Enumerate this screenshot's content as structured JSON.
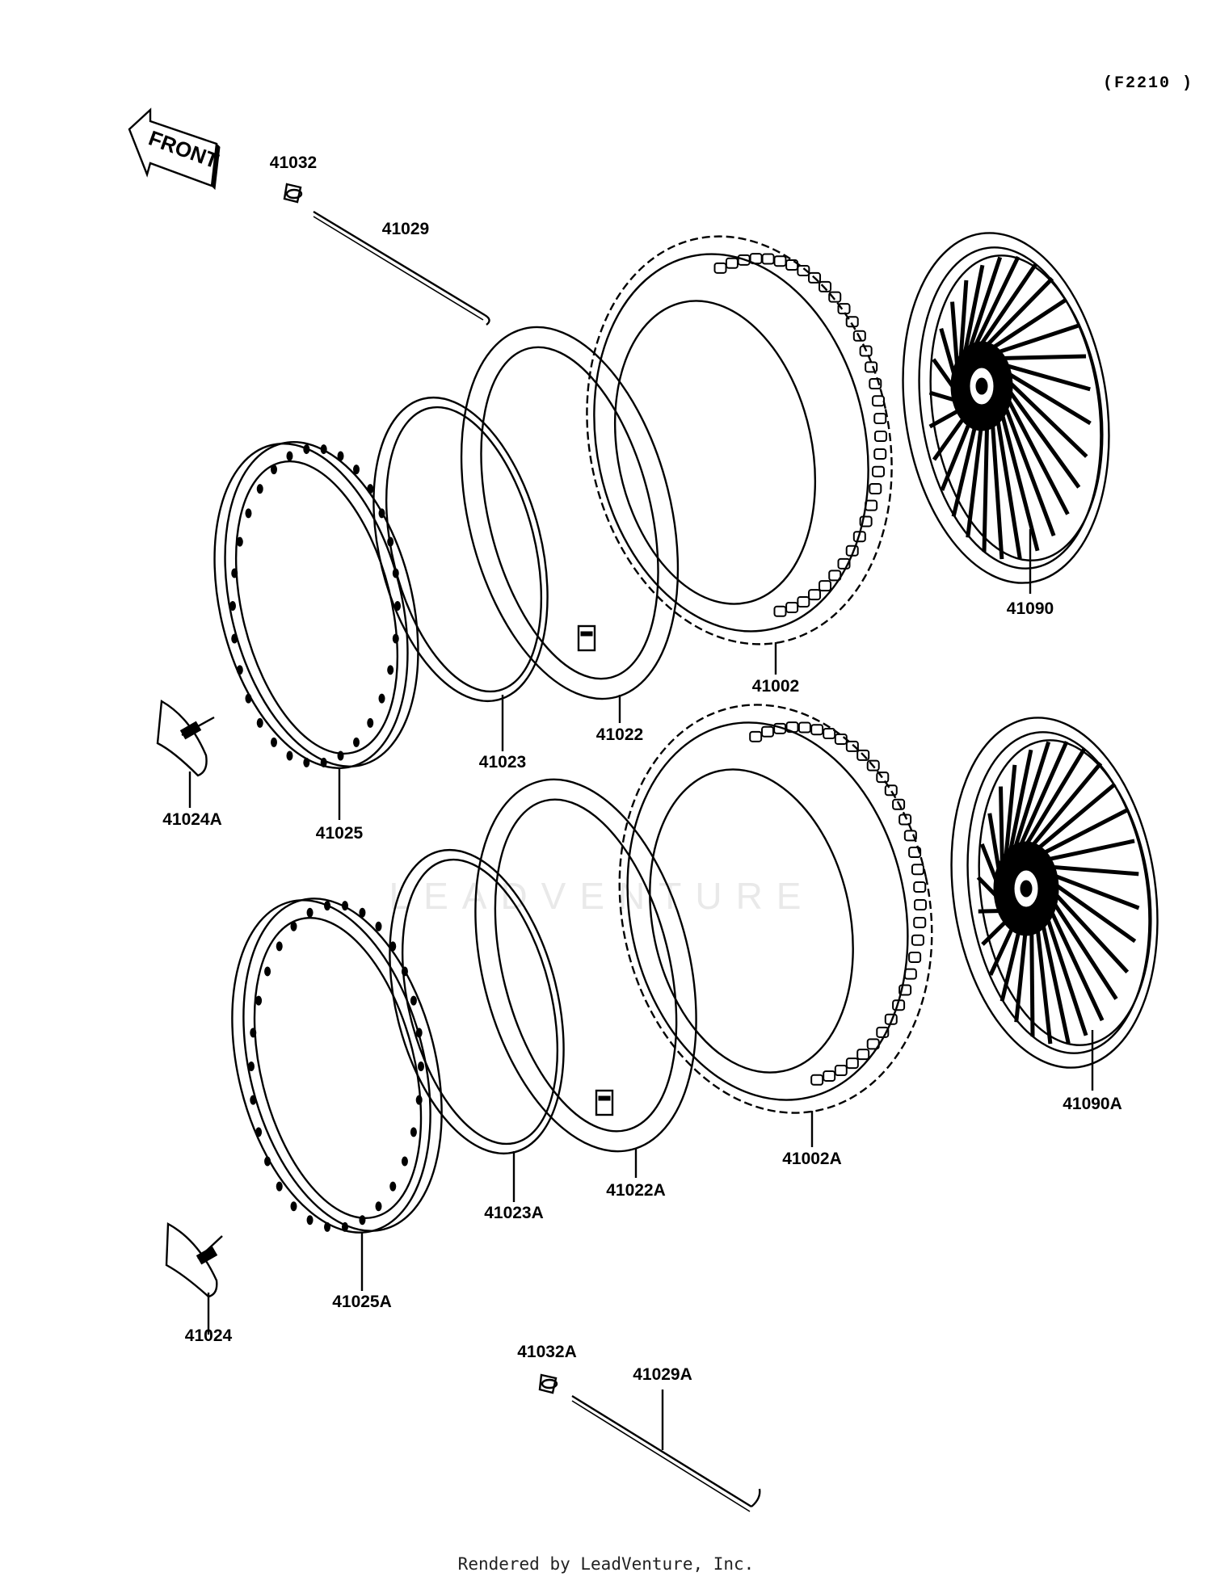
{
  "diagram_code": "(F2210 )",
  "front_label": "FRONT",
  "watermark": "LEADVENTURE",
  "footer": "Rendered by LeadVenture, Inc.",
  "parts": [
    {
      "id": "p41032",
      "number": "41032"
    },
    {
      "id": "p41029",
      "number": "41029"
    },
    {
      "id": "p41090",
      "number": "41090"
    },
    {
      "id": "p41002",
      "number": "41002"
    },
    {
      "id": "p41022",
      "number": "41022"
    },
    {
      "id": "p41023",
      "number": "41023"
    },
    {
      "id": "p41024A",
      "number": "41024A"
    },
    {
      "id": "p41025",
      "number": "41025"
    },
    {
      "id": "p41090A",
      "number": "41090A"
    },
    {
      "id": "p41002A",
      "number": "41002A"
    },
    {
      "id": "p41022A",
      "number": "41022A"
    },
    {
      "id": "p41023A",
      "number": "41023A"
    },
    {
      "id": "p41024",
      "number": "41024"
    },
    {
      "id": "p41025A",
      "number": "41025A"
    },
    {
      "id": "p41032A",
      "number": "41032A"
    },
    {
      "id": "p41029A",
      "number": "41029A"
    }
  ]
}
